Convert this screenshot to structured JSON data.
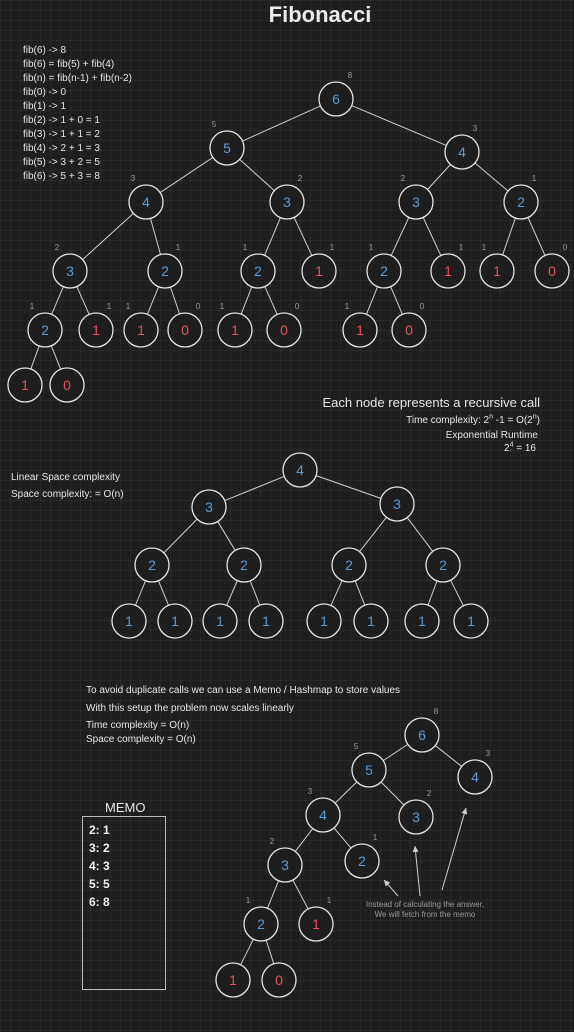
{
  "title": "Fibonacci",
  "notes": [
    "fib(6) -> 8",
    "fib(6) = fib(5) + fib(4)",
    "fib(n) = fib(n-1) + fib(n-2)",
    "fib(0) -> 0",
    "fib(1) -> 1",
    "fib(2) -> 1 + 0 = 1",
    "fib(3) -> 1 + 1 = 2",
    "fib(4) -> 2 + 1 = 3",
    "fib(5) -> 3 + 2 = 5",
    "fib(6) -> 5 + 3 = 8"
  ],
  "tree1": {
    "heading": "Each node represents a recursive call",
    "complexity_prefix": "Time complexity: 2",
    "complexity_exp1": "n",
    "complexity_mid": " -1 = O(2",
    "complexity_exp2": "n",
    "complexity_suffix": ")",
    "runtime": "Exponential Runtime",
    "example_base": "2",
    "example_exp": "4",
    "example_result": " = 16",
    "nodes": [
      {
        "label": "6",
        "color": "#5b9bd5",
        "result": "8"
      },
      {
        "label": "5",
        "color": "#5b9bd5",
        "result": "5"
      },
      {
        "label": "4",
        "color": "#5b9bd5",
        "result": "3"
      },
      {
        "label": "4",
        "color": "#5b9bd5",
        "result": "3"
      },
      {
        "label": "3",
        "color": "#5b9bd5",
        "result": "2"
      },
      {
        "label": "3",
        "color": "#5b9bd5",
        "result": "2"
      },
      {
        "label": "2",
        "color": "#5b9bd5",
        "result": "1"
      },
      {
        "label": "3",
        "color": "#5b9bd5",
        "result": "2"
      },
      {
        "label": "2",
        "color": "#5b9bd5",
        "result": "1"
      },
      {
        "label": "2",
        "color": "#5b9bd5",
        "result": "1"
      },
      {
        "label": "1",
        "color": "#e8505b",
        "result": "1"
      },
      {
        "label": "2",
        "color": "#5b9bd5",
        "result": "1"
      },
      {
        "label": "1",
        "color": "#e8505b",
        "result": "1"
      },
      {
        "label": "1",
        "color": "#e8505b",
        "result": "1"
      },
      {
        "label": "0",
        "color": "#e8505b",
        "result": "0"
      },
      {
        "label": "2",
        "color": "#5b9bd5",
        "result": "1"
      },
      {
        "label": "1",
        "color": "#e8505b",
        "result": "1"
      },
      {
        "label": "1",
        "color": "#e8505b",
        "result": "1"
      },
      {
        "label": "0",
        "color": "#e8505b",
        "result": "0"
      },
      {
        "label": "1",
        "color": "#e8505b",
        "result": "1"
      },
      {
        "label": "0",
        "color": "#e8505b",
        "result": "0"
      },
      {
        "label": "1",
        "color": "#e8505b",
        "result": "1"
      },
      {
        "label": "0",
        "color": "#e8505b",
        "result": "0"
      },
      {
        "label": "1",
        "color": "#e8505b",
        "result": ""
      },
      {
        "label": "0",
        "color": "#e8505b",
        "result": ""
      }
    ]
  },
  "tree2": {
    "label1": "Linear Space complexity",
    "label2": "Space complexity: = O(n)",
    "nodes": [
      {
        "label": "4",
        "color": "#5b9bd5"
      },
      {
        "label": "3",
        "color": "#5b9bd5"
      },
      {
        "label": "3",
        "color": "#5b9bd5"
      },
      {
        "label": "2",
        "color": "#5b9bd5"
      },
      {
        "label": "2",
        "color": "#5b9bd5"
      },
      {
        "label": "2",
        "color": "#5b9bd5"
      },
      {
        "label": "2",
        "color": "#5b9bd5"
      },
      {
        "label": "1",
        "color": "#5b9bd5"
      },
      {
        "label": "1",
        "color": "#5b9bd5"
      },
      {
        "label": "1",
        "color": "#5b9bd5"
      },
      {
        "label": "1",
        "color": "#5b9bd5"
      },
      {
        "label": "1",
        "color": "#5b9bd5"
      },
      {
        "label": "1",
        "color": "#5b9bd5"
      },
      {
        "label": "1",
        "color": "#5b9bd5"
      },
      {
        "label": "1",
        "color": "#5b9bd5"
      }
    ]
  },
  "memo_section": {
    "line1": "To avoid duplicate calls we can use a Memo / Hashmap to store values",
    "line2": "With this setup the problem now scales linearly",
    "line3": "Time complexity = O(n)",
    "line4": "Space complexity = O(n)",
    "memo_title": "MEMO",
    "memo_entries": [
      "2: 1",
      "3: 2",
      "4: 3",
      "5: 5",
      "6: 8"
    ],
    "callout1": "Instead of calculating the answer,",
    "callout2": "We will fetch from the memo",
    "nodes": [
      {
        "label": "6",
        "color": "#5b9bd5",
        "result": "8"
      },
      {
        "label": "5",
        "color": "#5b9bd5",
        "result": "5"
      },
      {
        "label": "4",
        "color": "#5b9bd5",
        "result": "3"
      },
      {
        "label": "4",
        "color": "#5b9bd5",
        "result": "3"
      },
      {
        "label": "3",
        "color": "#5b9bd5",
        "result": "2"
      },
      {
        "label": "3",
        "color": "#5b9bd5",
        "result": "2"
      },
      {
        "label": "2",
        "color": "#5b9bd5",
        "result": "1"
      },
      {
        "label": "2",
        "color": "#5b9bd5",
        "result": "1"
      },
      {
        "label": "1",
        "color": "#e8505b",
        "result": "1"
      },
      {
        "label": "1",
        "color": "#e8505b",
        "result": ""
      },
      {
        "label": "0",
        "color": "#e8505b",
        "result": ""
      }
    ]
  }
}
